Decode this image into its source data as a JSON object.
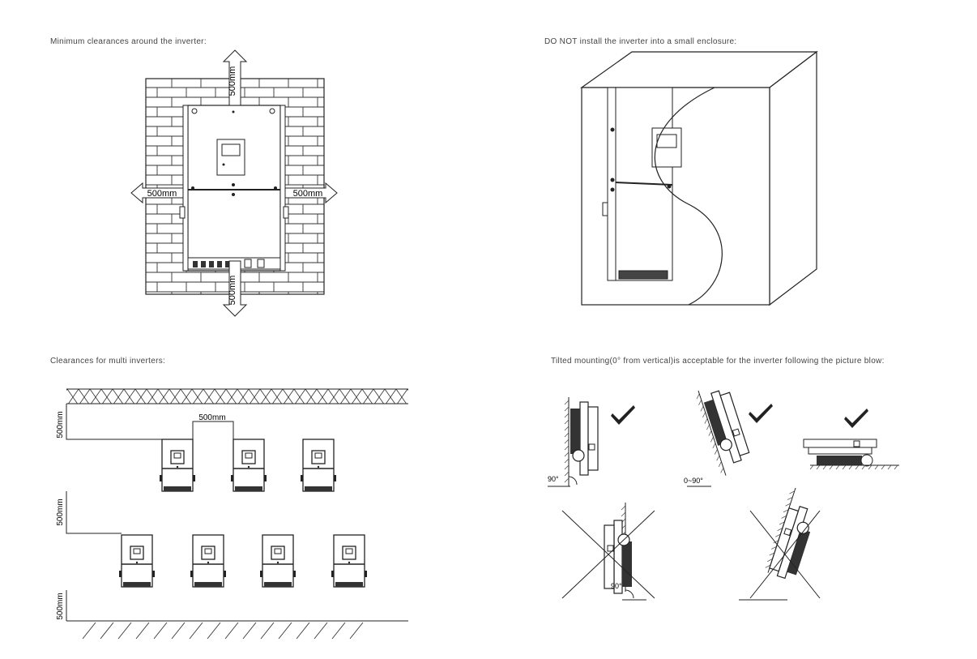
{
  "captions": {
    "min_clearances": "Minimum clearances around the inverter:",
    "small_enclosure": "DO NOT install the inverter into a small enclosure:",
    "multi": "Clearances for multi inverters:",
    "tilted": "Tilted mounting(0° from vertical)is acceptable for the inverter following the picture blow:"
  },
  "clearance_labels": {
    "top": "500mm",
    "left": "500mm",
    "right": "500mm",
    "bottom": "500mm"
  },
  "multi_labels": {
    "gap_h": "500mm",
    "top": "500mm",
    "middle": "500mm",
    "bottom": "500mm"
  },
  "angle_labels": {
    "vertical": "90°",
    "tilt_range": "0~90°",
    "wrong_vertical": "90°"
  },
  "marks": {
    "check": "✔"
  },
  "colors": {
    "line": "#222222",
    "text": "#444444"
  }
}
